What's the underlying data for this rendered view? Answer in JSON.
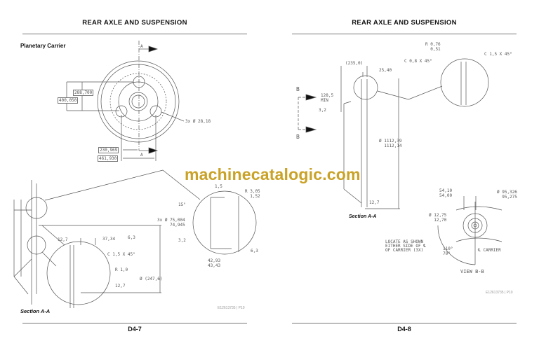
{
  "watermark": "machinecatalogic.com",
  "left_page": {
    "header": "REAR AXLE AND SUSPENSION",
    "title": "Planetary Carrier",
    "section_label": "Section A-A",
    "footer": "D4-7",
    "ref": "E12613735 | P10",
    "dims": {
      "a_top": "A",
      "a_bottom": "A",
      "d288": "288,700",
      "d400": "400,050",
      "hole": "3x Ø 28,18",
      "d230": "230,969",
      "d461": "461,930",
      "d1_5": "1,5",
      "r305": "R 3,05\n  1,52",
      "deg15": "15°",
      "dia75": "3x Ø 75,004\n     74,945",
      "s12_7a": "12,7",
      "d37": "37,34",
      "s6_3a": "6,3",
      "c15": "C 1,5 X 45°",
      "r10": "R 1,0",
      "dia247": "Ø (247,6)",
      "s12_7b": "12,7",
      "s3_2": "3,2",
      "s6_3b": "6,3",
      "d42": "42,93\n43,43"
    }
  },
  "right_page": {
    "header": "REAR AXLE AND SUSPENSION",
    "section_label": "Section A-A",
    "footer": "D4-8",
    "ref": "E12613735 | P10",
    "dims": {
      "r076": "R 0,76\n  0,51",
      "c15": "C 1,5 X 45°",
      "c08": "C 0,8 X 45°",
      "d235": "(235,0)",
      "d25": "25,40",
      "b_top": "B",
      "b_bottom": "B",
      "d128": "128,5\nMIN",
      "s3_2": "3,2",
      "dia1112": "Ø 1112,39\n  1112,14",
      "s12_7": "12,7",
      "d54": "54,10\n54,00",
      "dia95": "Ø 95,326\n  95,275",
      "dia12": "Ø 12,75\n  12,70",
      "locate": "LOCATE AS SHOWN\nEITHER SIDE OF ℄\nOF CARRIER (3X)",
      "ang": "110°\n70°",
      "carrier": "℄ CARRIER",
      "view": "VIEW B-B"
    }
  }
}
